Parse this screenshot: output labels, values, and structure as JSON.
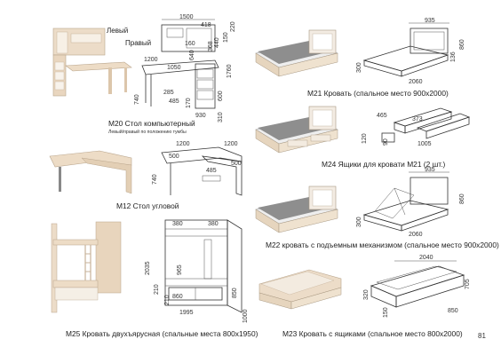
{
  "page_number": "81",
  "products": [
    {
      "caption": "M20 Стол компьютерный",
      "note": "Левый/правый по положению тумбы",
      "side_left": "Левый",
      "side_right": "Правый",
      "dims": [
        "1500",
        "418",
        "1200",
        "1050",
        "160",
        "640",
        "368",
        "440",
        "150",
        "220",
        "1760",
        "600",
        "740",
        "170",
        "285",
        "485",
        "930",
        "310"
      ]
    },
    {
      "caption": "M21 Кровать (спальное место 900х2000)",
      "dims": [
        "935",
        "300",
        "136",
        "860",
        "2060"
      ]
    },
    {
      "caption": "M24 Ящики для кровати M21 (2 шт.)",
      "dims": [
        "465",
        "120",
        "90",
        "373",
        "1005"
      ]
    },
    {
      "caption": "M12 Стол угловой",
      "dims": [
        "1200",
        "1200",
        "740",
        "485",
        "500",
        "500"
      ]
    },
    {
      "caption": "M22 кровать с подъемным механизмом (спальное место 900х2000)",
      "dims": [
        "935",
        "300",
        "860",
        "2060"
      ]
    },
    {
      "caption": "M25 Кровать двухъярусная (спальные места 800х1950)",
      "dims": [
        "380",
        "380",
        "2035",
        "965",
        "210",
        "210",
        "850",
        "860",
        "1995",
        "1000"
      ]
    },
    {
      "caption": "M23 Кровать с ящиками (спальное место 800х2000)",
      "dims": [
        "2040",
        "320",
        "705",
        "150",
        "850"
      ]
    }
  ]
}
